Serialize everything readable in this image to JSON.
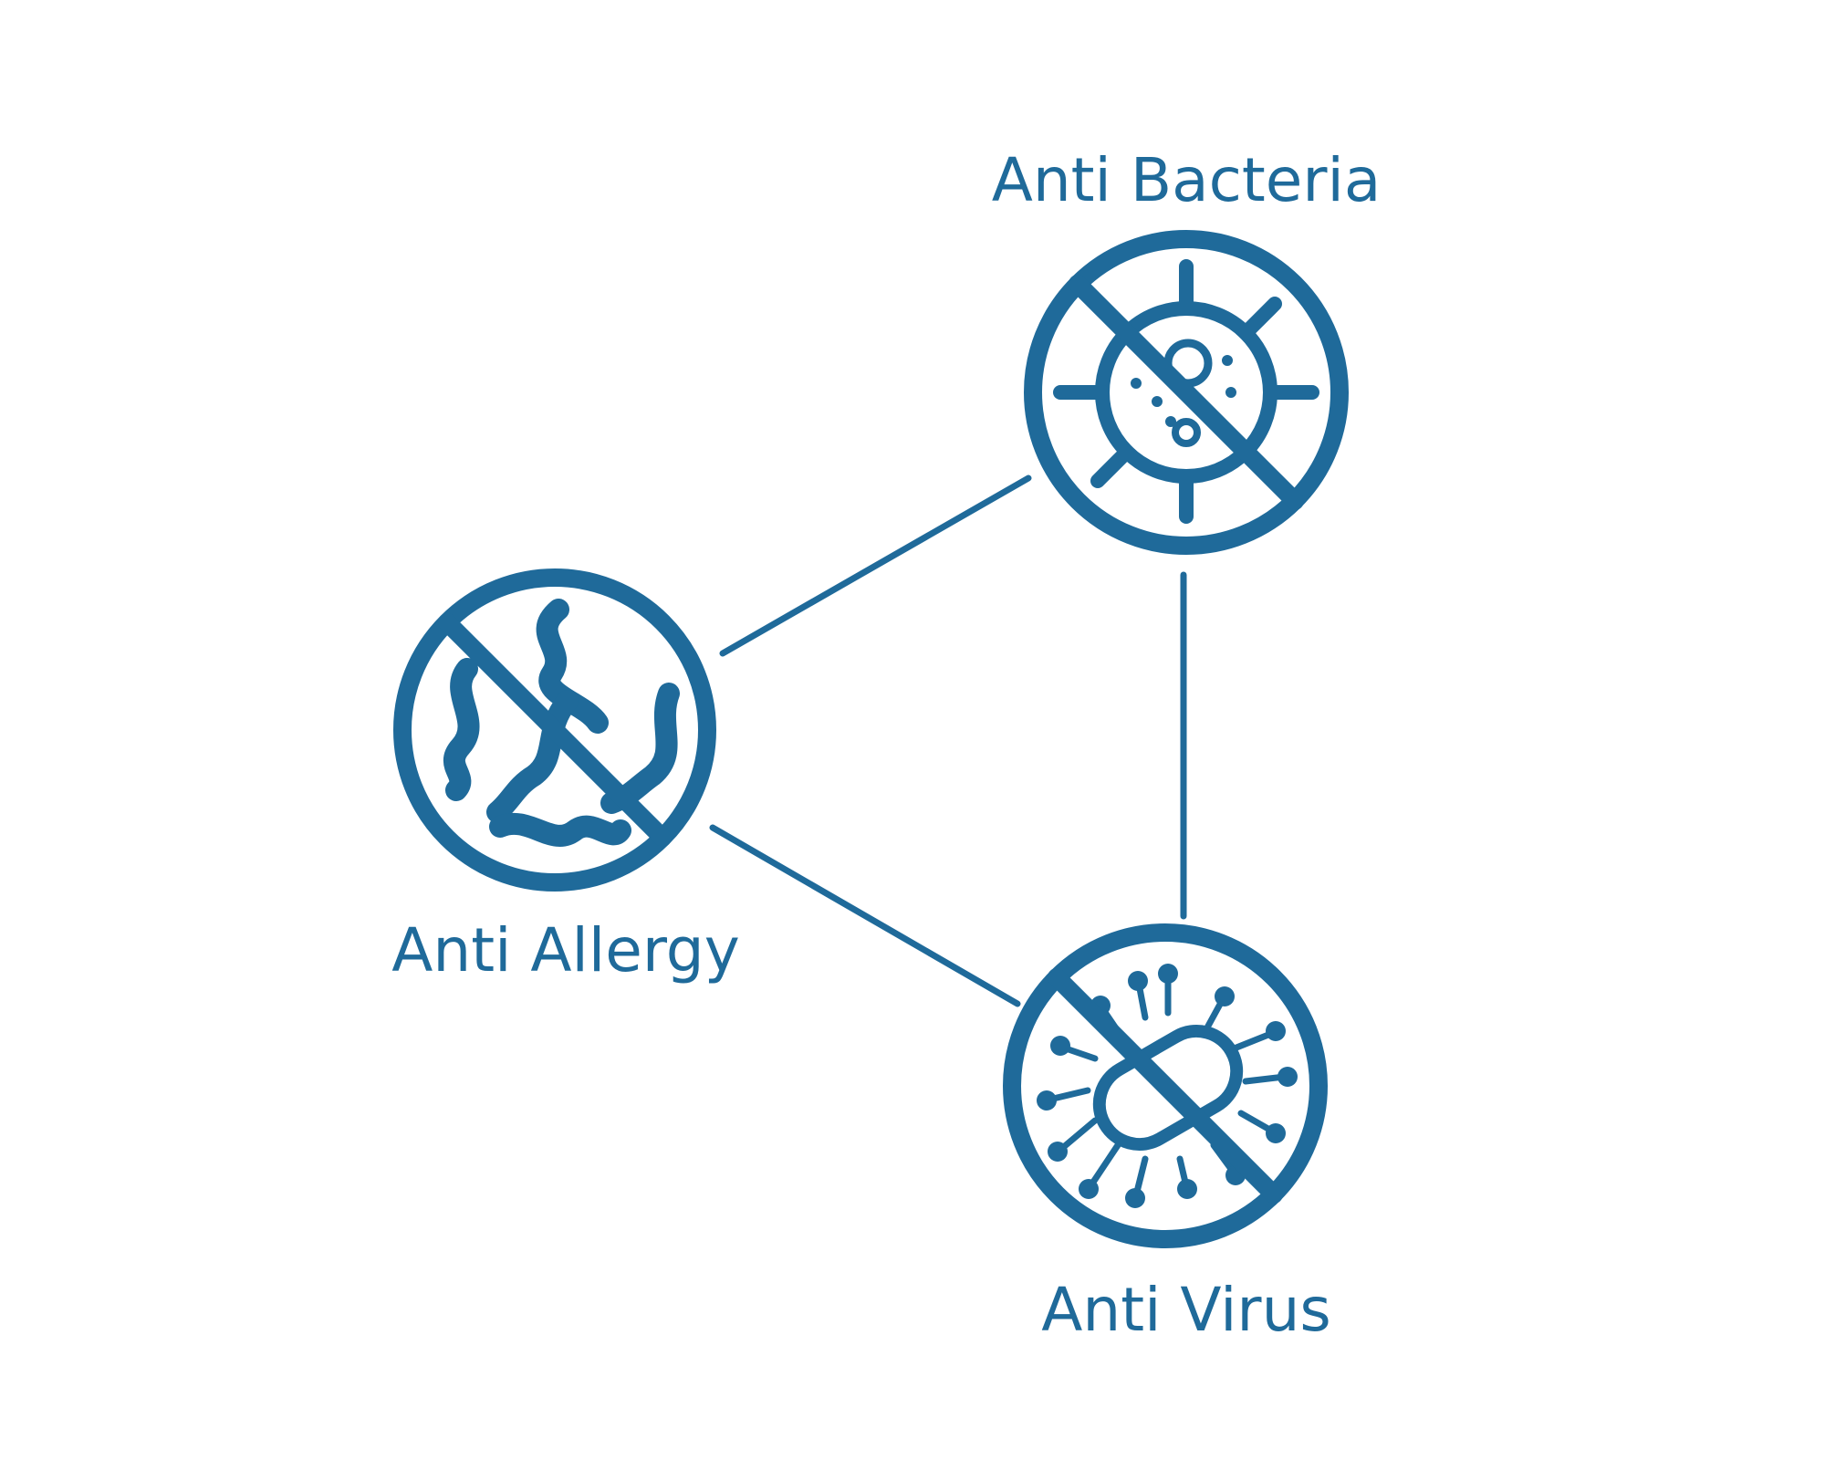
{
  "colors": {
    "primary": "#1f6a9a"
  },
  "nodes": [
    {
      "id": "bacteria",
      "label": "Anti Bacteria",
      "icon": "bacteria-icon"
    },
    {
      "id": "allergy",
      "label": "Anti Allergy",
      "icon": "allergy-dust-mite-icon"
    },
    {
      "id": "virus",
      "label": "Anti Virus",
      "icon": "virus-icon"
    }
  ],
  "edges": [
    {
      "from": "allergy",
      "to": "bacteria"
    },
    {
      "from": "bacteria",
      "to": "virus"
    },
    {
      "from": "allergy",
      "to": "virus"
    }
  ]
}
